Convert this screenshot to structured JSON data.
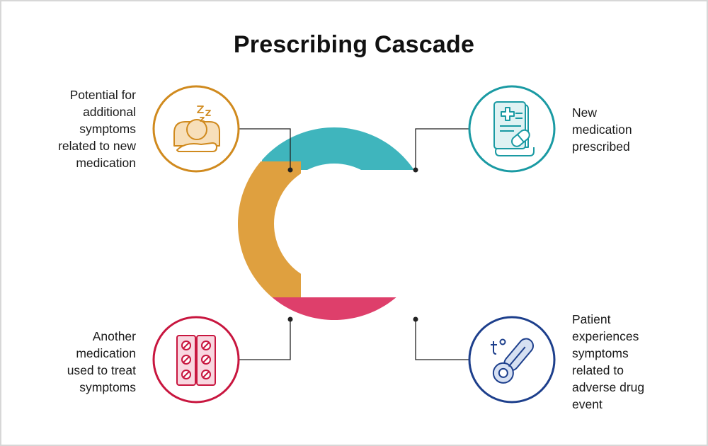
{
  "title": "Prescribing Cascade",
  "colors": {
    "teal": "#3fb5bd",
    "blue": "#3f68b0",
    "pink": "#de3f6b",
    "orange": "#dfa03f",
    "frame": "#d7d7d7"
  },
  "steps": [
    {
      "text": "New\nmedication\nprescribed",
      "icon": "prescription-icon",
      "color": "#1a9aa3"
    },
    {
      "text": "Patient\nexperiences\nsymptoms\nrelated to\nadverse drug\nevent",
      "icon": "thermometer-icon",
      "color": "#1d3f8c"
    },
    {
      "text": "Another\nmedication\nused to treat\nsymptoms",
      "icon": "pill-pack-icon",
      "color": "#c8163f"
    },
    {
      "text": "Potential for\nadditional\nsymptoms\nrelated to new\nmedication",
      "icon": "sleepy-person-icon",
      "color": "#d08a1e"
    }
  ]
}
